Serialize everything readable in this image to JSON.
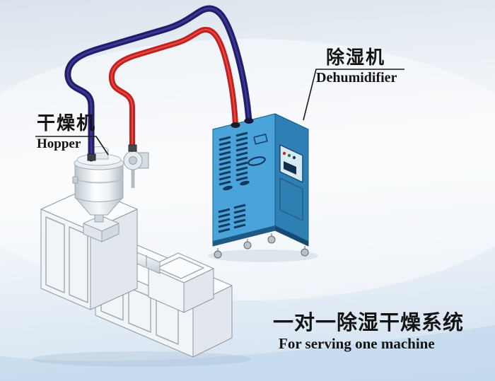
{
  "labels": {
    "dehumidifier": {
      "cn": "除湿机",
      "en": "Dehumidifier"
    },
    "hopper": {
      "cn": "干燥机",
      "en": "Hopper"
    },
    "caption": {
      "cn": "一对一除湿干燥系统",
      "en": "For serving one machine"
    }
  },
  "colors": {
    "pipe_navy": "#221e6e",
    "pipe_red": "#c61f1f",
    "cabinet_front": "#4aa4da",
    "cabinet_side": "#2e7fb4",
    "cabinet_top": "#85c7ea",
    "vent_slot": "#123a5f"
  },
  "diagram": {
    "type": "equipment-connection-diagram",
    "components": [
      "hopper-dryer",
      "dehumidifier",
      "extruder-machine"
    ],
    "pipes": [
      {
        "name": "pipe-navy",
        "connects": "hopper-dryer to dehumidifier"
      },
      {
        "name": "pipe-red",
        "connects": "hopper-dryer to dehumidifier"
      }
    ]
  }
}
